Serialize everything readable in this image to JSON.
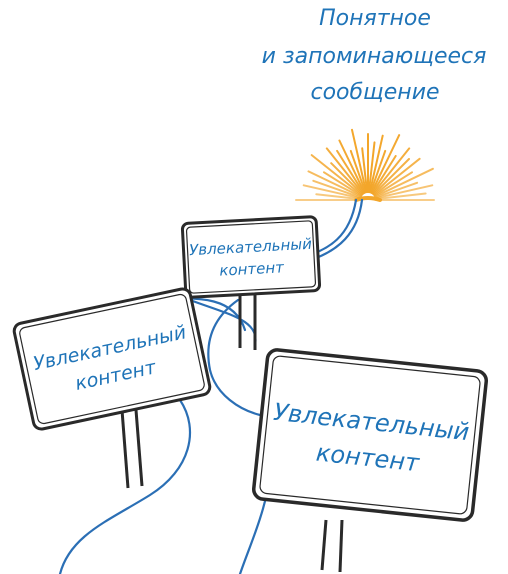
{
  "message": {
    "lines": [
      "Понятное",
      "и запоминающееся",
      "сообщение"
    ]
  },
  "signs": [
    {
      "line1": "Увлекательный",
      "line2": "контент"
    },
    {
      "line1": "Увлекательный",
      "line2": "контент"
    },
    {
      "line1": "Увлекательный",
      "line2": "контент"
    }
  ],
  "colors": {
    "text": "#1f74b8",
    "wire": "#2b6fb5",
    "sun": "#f3a62a",
    "outline": "#2a2a2a"
  }
}
